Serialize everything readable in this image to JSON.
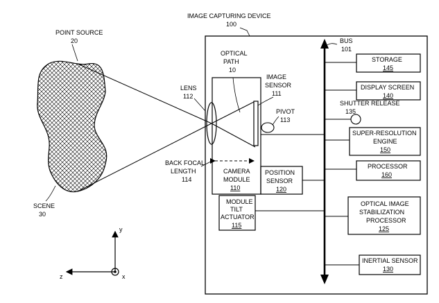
{
  "device": {
    "label": "IMAGE CAPTURING DEVICE",
    "ref": "100"
  },
  "point_source": {
    "label": "POINT SOURCE",
    "ref": "20"
  },
  "scene": {
    "label": "SCENE",
    "ref": "30"
  },
  "optical_path": {
    "line1": "OPTICAL",
    "line2": "PATH",
    "ref": "10"
  },
  "image_sensor": {
    "line1": "IMAGE",
    "line2": "SENSOR",
    "ref": "111"
  },
  "lens": {
    "label": "LENS",
    "ref": "112"
  },
  "pivot": {
    "label": "PIVOT",
    "ref": "113"
  },
  "back_focal": {
    "line1": "BACK FOCAL",
    "line2": "LENGTH",
    "ref": "114"
  },
  "camera_module": {
    "line1": "CAMERA",
    "line2": "MODULE",
    "ref": "110"
  },
  "position_sensor": {
    "line1": "POSITION",
    "line2": "SENSOR",
    "ref": "120"
  },
  "tilt_actuator": {
    "line1": "MODULE",
    "line2": "TILT",
    "line3": "ACTUATOR",
    "ref": "115"
  },
  "bus": {
    "label": "BUS",
    "ref": "101"
  },
  "storage": {
    "label": "STORAGE",
    "ref": "145"
  },
  "display_screen": {
    "label": "DISPLAY SCREEN",
    "ref": "140"
  },
  "shutter_release": {
    "label": "SHUTTER RELEASE",
    "ref": "135"
  },
  "sr_engine": {
    "line1": "SUPER-RESOLUTION",
    "line2": "ENGINE",
    "ref": "150"
  },
  "processor": {
    "label": "PROCESSOR",
    "ref": "160"
  },
  "ois_processor": {
    "line1": "OPTICAL IMAGE",
    "line2": "STABILIZATION",
    "line3": "PROCESSOR",
    "ref": "125"
  },
  "inertial_sensor": {
    "label": "INERTIAL SENSOR",
    "ref": "130"
  },
  "axes": {
    "y": "y",
    "z": "z",
    "x": "x"
  }
}
